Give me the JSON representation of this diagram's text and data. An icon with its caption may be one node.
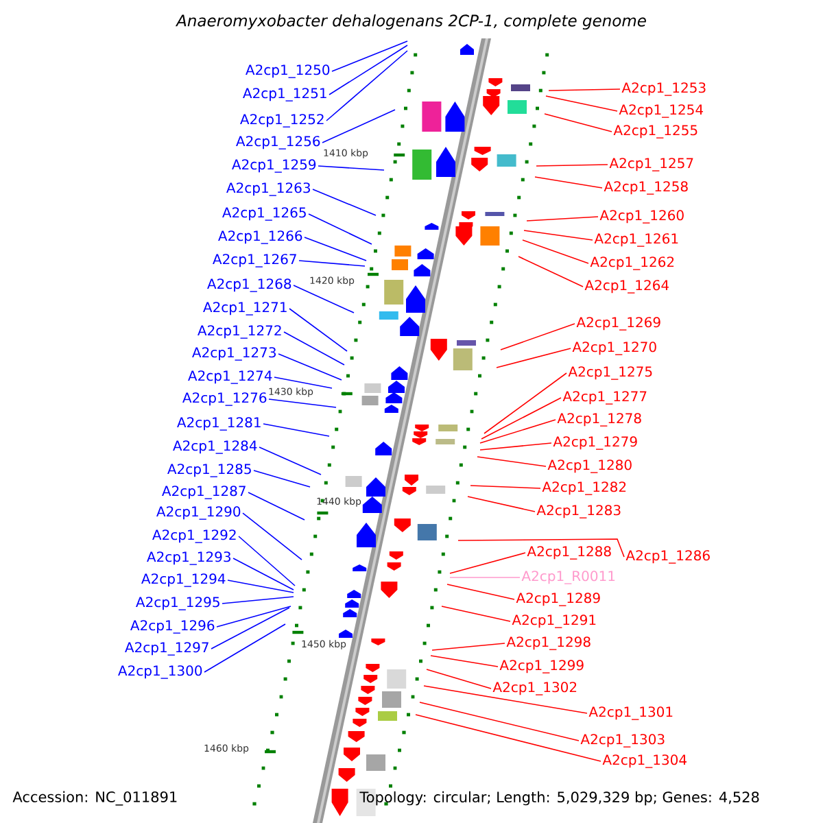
{
  "diagram": {
    "title": "Anaeromyxobacter dehalogenans 2CP-1, complete genome",
    "nodes": [
      {
        "text": [
          "A2cp1_1250"
        ]
      },
      {
        "text": [
          "A2cp1_1251"
        ]
      },
      {
        "text": [
          "A2cp1_1252"
        ]
      },
      {
        "text": [
          "A2cp1_1256"
        ]
      },
      {
        "text": [
          "A2cp1_1259"
        ]
      },
      {
        "text": [
          "A2cp1_1263"
        ]
      },
      {
        "text": [
          "A2cp1_1265"
        ]
      },
      {
        "text": [
          "A2cp1_1266"
        ]
      },
      {
        "text": [
          "A2cp1_1267"
        ]
      },
      {
        "text": [
          "A2cp1_1268"
        ]
      },
      {
        "text": [
          "A2cp1_1271"
        ]
      },
      {
        "text": [
          "A2cp1_1272"
        ]
      },
      {
        "text": [
          "A2cp1_1273"
        ]
      },
      {
        "text": [
          "A2cp1_1274"
        ]
      },
      {
        "text": [
          "A2cp1_1276"
        ]
      },
      {
        "text": [
          "A2cp1_1281"
        ]
      },
      {
        "text": [
          "A2cp1_1284"
        ]
      },
      {
        "text": [
          "A2cp1_1285"
        ]
      },
      {
        "text": [
          "A2cp1_1287"
        ]
      },
      {
        "text": [
          "A2cp1_1290"
        ]
      },
      {
        "text": [
          "A2cp1_1292"
        ]
      },
      {
        "text": [
          "A2cp1_1293"
        ]
      },
      {
        "text": [
          "A2cp1_1294"
        ]
      },
      {
        "text": [
          "A2cp1_1295"
        ]
      },
      {
        "text": [
          "A2cp1_1296"
        ]
      },
      {
        "text": [
          "A2cp1_1297"
        ]
      },
      {
        "text": [
          "A2cp1_1300"
        ]
      },
      {
        "text": [
          "A2cp1_1253"
        ]
      },
      {
        "text": [
          "A2cp1_1254"
        ]
      },
      {
        "text": [
          "A2cp1_1255"
        ]
      },
      {
        "text": [
          "A2cp1_1257"
        ]
      },
      {
        "text": [
          "A2cp1_1258"
        ]
      },
      {
        "text": [
          "A2cp1_1260"
        ]
      },
      {
        "text": [
          "A2cp1_1261"
        ]
      },
      {
        "text": [
          "A2cp1_1262"
        ]
      },
      {
        "text": [
          "A2cp1_1264"
        ]
      },
      {
        "text": [
          "A2cp1_1269"
        ]
      },
      {
        "text": [
          "A2cp1_1270"
        ]
      },
      {
        "text": [
          "A2cp1_1275"
        ]
      },
      {
        "text": [
          "A2cp1_1277"
        ]
      },
      {
        "text": [
          "A2cp1_1278"
        ]
      },
      {
        "text": [
          "A2cp1_1279"
        ]
      },
      {
        "text": [
          "A2cp1_1280"
        ]
      },
      {
        "text": [
          "A2cp1_1282"
        ]
      },
      {
        "text": [
          "A2cp1_1283"
        ]
      },
      {
        "text": [
          "A2cp1_1288"
        ]
      },
      {
        "text": [
          "A2cp1_1286"
        ]
      },
      {
        "text": [
          "A2cp1_R0011"
        ]
      },
      {
        "text": [
          "A2cp1_1289"
        ]
      },
      {
        "text": [
          "A2cp1_1291"
        ]
      },
      {
        "text": [
          "A2cp1_1298"
        ]
      },
      {
        "text": [
          "A2cp1_1299"
        ]
      },
      {
        "text": [
          "A2cp1_1302"
        ]
      },
      {
        "text": [
          "A2cp1_1301"
        ]
      },
      {
        "text": [
          "A2cp1_1303"
        ]
      },
      {
        "text": [
          "A2cp1_1304"
        ]
      }
    ],
    "edges": [
      {
        "from": 0,
        "to": null,
        "arrow": "none",
        "color": "#0000ff"
      },
      {
        "from": 1,
        "to": null,
        "arrow": "none",
        "color": "#0000ff"
      },
      {
        "from": 2,
        "to": null,
        "arrow": "none",
        "color": "#0000ff"
      },
      {
        "from": 3,
        "to": null,
        "arrow": "none",
        "color": "#0000ff"
      },
      {
        "from": 4,
        "to": null,
        "arrow": "none",
        "color": "#0000ff"
      },
      {
        "from": 5,
        "to": null,
        "arrow": "none",
        "color": "#0000ff"
      },
      {
        "from": 6,
        "to": null,
        "arrow": "none",
        "color": "#0000ff"
      },
      {
        "from": 7,
        "to": null,
        "arrow": "none",
        "color": "#0000ff"
      },
      {
        "from": 8,
        "to": null,
        "arrow": "none",
        "color": "#0000ff"
      },
      {
        "from": 9,
        "to": null,
        "arrow": "none",
        "color": "#0000ff"
      },
      {
        "from": 10,
        "to": null,
        "arrow": "none",
        "color": "#0000ff"
      },
      {
        "from": 11,
        "to": null,
        "arrow": "none",
        "color": "#0000ff"
      },
      {
        "from": 12,
        "to": null,
        "arrow": "none",
        "color": "#0000ff"
      },
      {
        "from": 13,
        "to": null,
        "arrow": "none",
        "color": "#0000ff"
      },
      {
        "from": 14,
        "to": null,
        "arrow": "none",
        "color": "#0000ff"
      },
      {
        "from": 15,
        "to": null,
        "arrow": "none",
        "color": "#0000ff"
      },
      {
        "from": 16,
        "to": null,
        "arrow": "none",
        "color": "#0000ff"
      },
      {
        "from": 17,
        "to": null,
        "arrow": "none",
        "color": "#0000ff"
      },
      {
        "from": 18,
        "to": null,
        "arrow": "none",
        "color": "#0000ff"
      },
      {
        "from": 19,
        "to": null,
        "arrow": "none",
        "color": "#0000ff"
      },
      {
        "from": 20,
        "to": null,
        "arrow": "none",
        "color": "#0000ff"
      },
      {
        "from": 21,
        "to": null,
        "arrow": "none",
        "color": "#0000ff"
      },
      {
        "from": 22,
        "to": null,
        "arrow": "none",
        "color": "#0000ff"
      },
      {
        "from": 23,
        "to": null,
        "arrow": "none",
        "color": "#0000ff"
      },
      {
        "from": 24,
        "to": null,
        "arrow": "none",
        "color": "#0000ff"
      },
      {
        "from": 25,
        "to": null,
        "arrow": "none",
        "color": "#0000ff"
      },
      {
        "from": 26,
        "to": null,
        "arrow": "none",
        "color": "#0000ff"
      },
      {
        "from": 27,
        "to": null,
        "arrow": "none"
      },
      {
        "from": 28,
        "to": null,
        "arrow": "none"
      },
      {
        "from": 29,
        "to": null,
        "arrow": "none"
      },
      {
        "from": 30,
        "to": null,
        "arrow": "none"
      },
      {
        "from": 31,
        "to": null,
        "arrow": "none"
      },
      {
        "from": 32,
        "to": null,
        "arrow": "none"
      },
      {
        "from": 33,
        "to": null,
        "arrow": "none"
      },
      {
        "from": 34,
        "to": null,
        "arrow": "none"
      },
      {
        "from": 35,
        "to": null,
        "arrow": "none"
      },
      {
        "from": 36,
        "to": null,
        "arrow": "none"
      },
      {
        "from": 37,
        "to": null,
        "arrow": "none"
      },
      {
        "from": 38,
        "to": null,
        "arrow": "none"
      },
      {
        "from": 39,
        "to": null,
        "arrow": "none"
      },
      {
        "from": 40,
        "to": null,
        "arrow": "none"
      },
      {
        "from": 41,
        "to": null,
        "arrow": "none"
      },
      {
        "from": 42,
        "to": null,
        "arrow": "none"
      },
      {
        "from": 43,
        "to": null,
        "arrow": "none"
      },
      {
        "from": 44,
        "to": null,
        "arrow": "none"
      },
      {
        "from": 45,
        "to": null,
        "arrow": "none"
      },
      {
        "from": 46,
        "to": null,
        "arrow": "none"
      },
      {
        "from": 47,
        "to": null,
        "arrow": "none",
        "color": "#ff99cc"
      },
      {
        "from": 48,
        "to": null,
        "arrow": "none"
      },
      {
        "from": 49,
        "to": null,
        "arrow": "none"
      },
      {
        "from": 50,
        "to": null,
        "arrow": "none"
      },
      {
        "from": 51,
        "to": null,
        "arrow": "none"
      },
      {
        "from": 52,
        "to": null,
        "arrow": "none"
      },
      {
        "from": 53,
        "to": null,
        "arrow": "none"
      },
      {
        "from": 54,
        "to": null,
        "arrow": "none"
      },
      {
        "from": 55,
        "to": null,
        "arrow": "none"
      }
    ],
    "labels": [
      "1410 kbp",
      "1420 kbp",
      "1430 kbp",
      "1440 kbp",
      "1450 kbp",
      "1460 kbp",
      "Accession: NC_011891",
      "Topology: circular; Length: 5,029,329 bp; Genes: 4,528"
    ]
  }
}
